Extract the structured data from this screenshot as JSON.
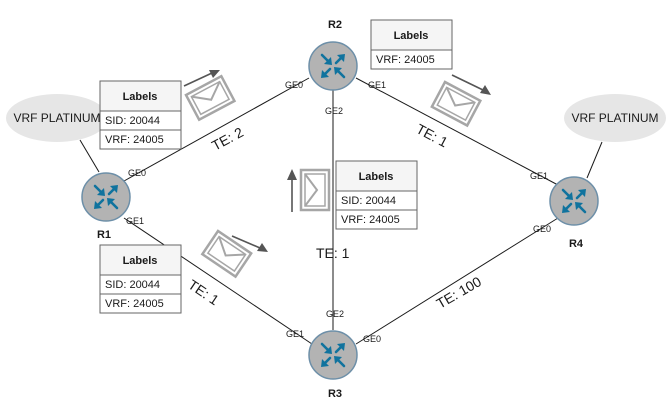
{
  "routers": {
    "r1": {
      "name": "R1"
    },
    "r2": {
      "name": "R2"
    },
    "r3": {
      "name": "R3"
    },
    "r4": {
      "name": "R4"
    }
  },
  "vrf": {
    "left": "VRF PLATINUM",
    "right": "VRF PLATINUM"
  },
  "label_boxes": {
    "r1_r2": {
      "title": "Labels",
      "sid": "SID: 20044",
      "vrf": "VRF: 24005"
    },
    "r2": {
      "title": "Labels",
      "vrf": "VRF: 24005"
    },
    "r2_r3": {
      "title": "Labels",
      "sid": "SID: 20044",
      "vrf": "VRF: 24005"
    },
    "r1_r3": {
      "title": "Labels",
      "sid": "SID: 20044",
      "vrf": "VRF: 24005"
    }
  },
  "interfaces": {
    "r1_ge0": "GE0",
    "r1_ge1": "GE1",
    "r2_ge0": "GE0",
    "r2_ge1": "GE1",
    "r2_ge2": "GE2",
    "r3_ge0": "GE0",
    "r3_ge1": "GE1",
    "r3_ge2": "GE2",
    "r4_ge0": "GE0",
    "r4_ge1": "GE1"
  },
  "te": {
    "r1_r2": "TE: 2",
    "r2_r4": "TE: 1",
    "r2_r3": "TE: 1",
    "r1_r3": "TE: 1",
    "r3_r4": "TE: 100"
  },
  "colors": {
    "router_fill": "#b3b3b3",
    "router_stroke": "#6d8fa8",
    "router_arrow": "#10739e",
    "cloud_fill": "#e6e6e6",
    "label_header": "#f5f5f5",
    "envelope": "#a6a6a6",
    "arrow": "#555555"
  },
  "icons": {
    "router": "router-icon",
    "packet": "envelope-icon"
  }
}
